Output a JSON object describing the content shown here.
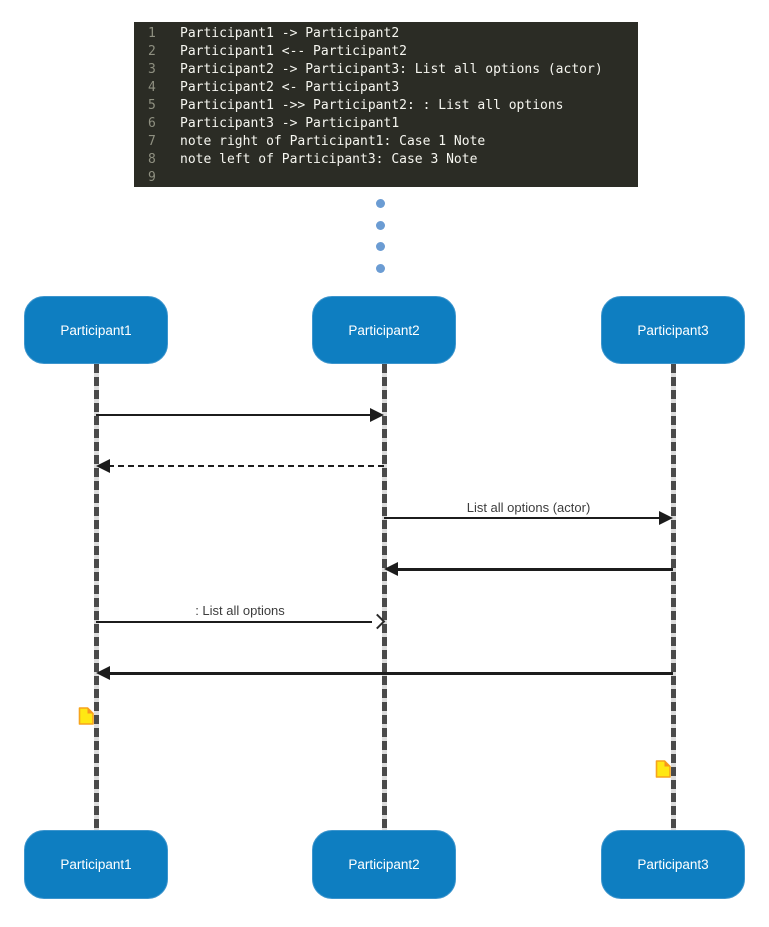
{
  "editor": {
    "lines": [
      {
        "num": "1",
        "code": "Participant1 -> Participant2"
      },
      {
        "num": "2",
        "code": "Participant1 <-- Participant2"
      },
      {
        "num": "3",
        "code": "Participant2 -> Participant3: List all options (actor)"
      },
      {
        "num": "4",
        "code": "Participant2 <- Participant3"
      },
      {
        "num": "5",
        "code": "Participant1 ->> Participant2: : List all options"
      },
      {
        "num": "6",
        "code": "Participant3 -> Participant1"
      },
      {
        "num": "7",
        "code": "note right of Participant1: Case 1 Note"
      },
      {
        "num": "8",
        "code": "note left of Participant3: Case 3 Note"
      },
      {
        "num": "9",
        "code": ""
      }
    ]
  },
  "diagram": {
    "participants": [
      "Participant1",
      "Participant2",
      "Participant3"
    ],
    "messages": [
      {
        "from": "Participant1",
        "to": "Participant2",
        "label": "",
        "line": "solid",
        "head": "filled"
      },
      {
        "from": "Participant2",
        "to": "Participant1",
        "label": "",
        "line": "dashed",
        "head": "filled"
      },
      {
        "from": "Participant2",
        "to": "Participant3",
        "label": "List all options (actor)",
        "line": "solid",
        "head": "filled"
      },
      {
        "from": "Participant3",
        "to": "Participant2",
        "label": "",
        "line": "solid",
        "head": "filled"
      },
      {
        "from": "Participant1",
        "to": "Participant2",
        "label": ": List all options",
        "line": "solid",
        "head": "open"
      },
      {
        "from": "Participant3",
        "to": "Participant1",
        "label": "",
        "line": "solid",
        "head": "filled"
      }
    ]
  },
  "colors": {
    "participant_fill": "#0e7ec1",
    "editor_background": "#2b2c25",
    "editor_text": "#f6f6f0",
    "editor_line_number": "#8f9081",
    "arrow": "#1c1c1c",
    "dot_blue": "#6b9cd3",
    "note_yellow": "#ffe713",
    "note_orange": "#f7941d"
  }
}
